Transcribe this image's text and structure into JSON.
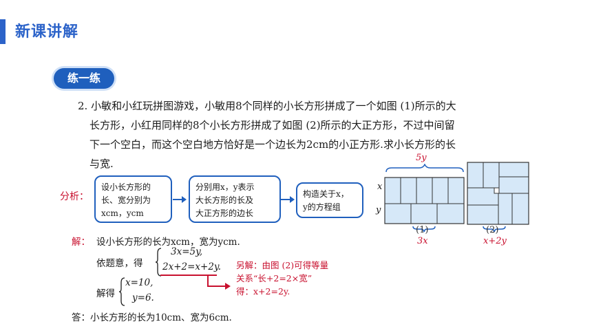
{
  "header": {
    "title": "新课讲解"
  },
  "section": {
    "tag": "练一练"
  },
  "problem": {
    "line1": "2. 小敏和小红玩拼图游戏，小敏用8个同样的小长方形拼成了一个如图 (1)所示的大",
    "line2": "长方形，小红用同样的8个小长方形拼成了如图 (2)所示的大正方形，不过中间留",
    "line3": "下一个空白，而这个空白地方恰好是一个边长为2cm的小正方形.求小长方形的长",
    "line4": "与宽."
  },
  "analysis": {
    "label": "分析：",
    "box1": [
      "设小长方形的",
      "长、宽分别为",
      "xcm，ycm"
    ],
    "box2": [
      "分别用x，y表示",
      "大长方形的长及",
      "大正方形的边长"
    ],
    "box3": [
      "构造关于x，",
      "y的方程组"
    ]
  },
  "solution": {
    "label": "解：",
    "line1": "设小长方形的长为xcm，宽为ycm.",
    "by_question": "依题意，得",
    "eq1": "3x=5y,",
    "eq2": "2x+2=x+2y.",
    "solved": "解得",
    "sol1": "x=10,",
    "sol2": "y=6.",
    "answer": "答：小长方形的长为10cm、宽为6cm."
  },
  "alt": {
    "line1": "另解：由图 (2)可得等量",
    "line2": "关系“长+2=2×宽”",
    "line3": "得：x+2=2y."
  },
  "figures": {
    "fig1_top": "5y",
    "fig1_side_x": "x",
    "fig1_side_y": "y",
    "fig1_num": "(1)",
    "fig1_bottom": "3x",
    "fig2_num": "(2)",
    "fig2_bottom": "x+2y"
  },
  "colors": {
    "accent": "#2c63c9",
    "red": "#c8102e",
    "tile": "#d6e8f8"
  }
}
